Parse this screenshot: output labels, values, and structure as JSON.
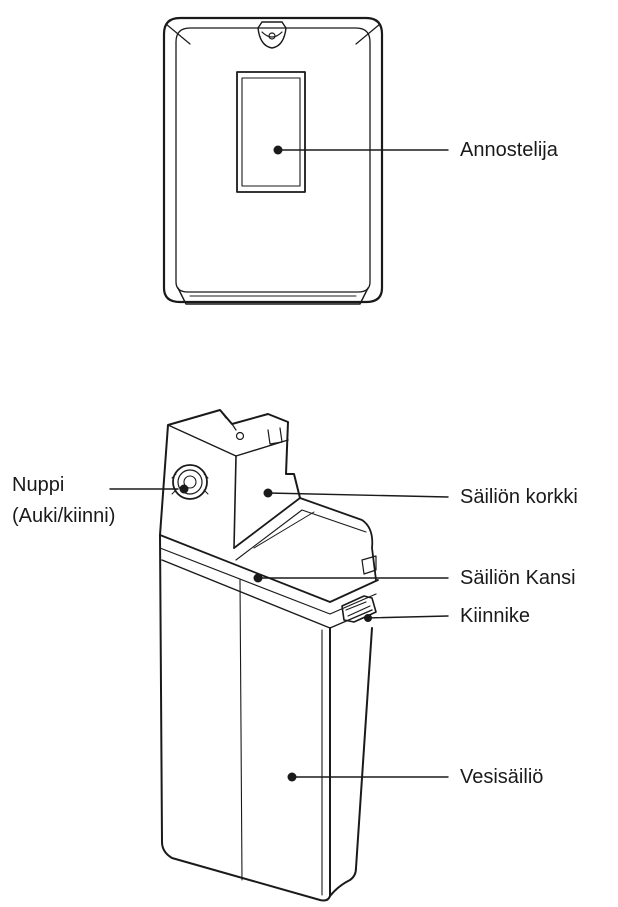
{
  "labels": {
    "dispenser": "Annostelija",
    "knob": "Nuppi",
    "knob_sub": "(Auki/kiinni)",
    "tank_cap": "Säiliön korkki",
    "tank_lid": "Säiliön Kansi",
    "latch": "Kiinnike",
    "water_tank": "Vesisäiliö"
  },
  "colors": {
    "line": "#1a1a1a",
    "background": "#ffffff"
  }
}
